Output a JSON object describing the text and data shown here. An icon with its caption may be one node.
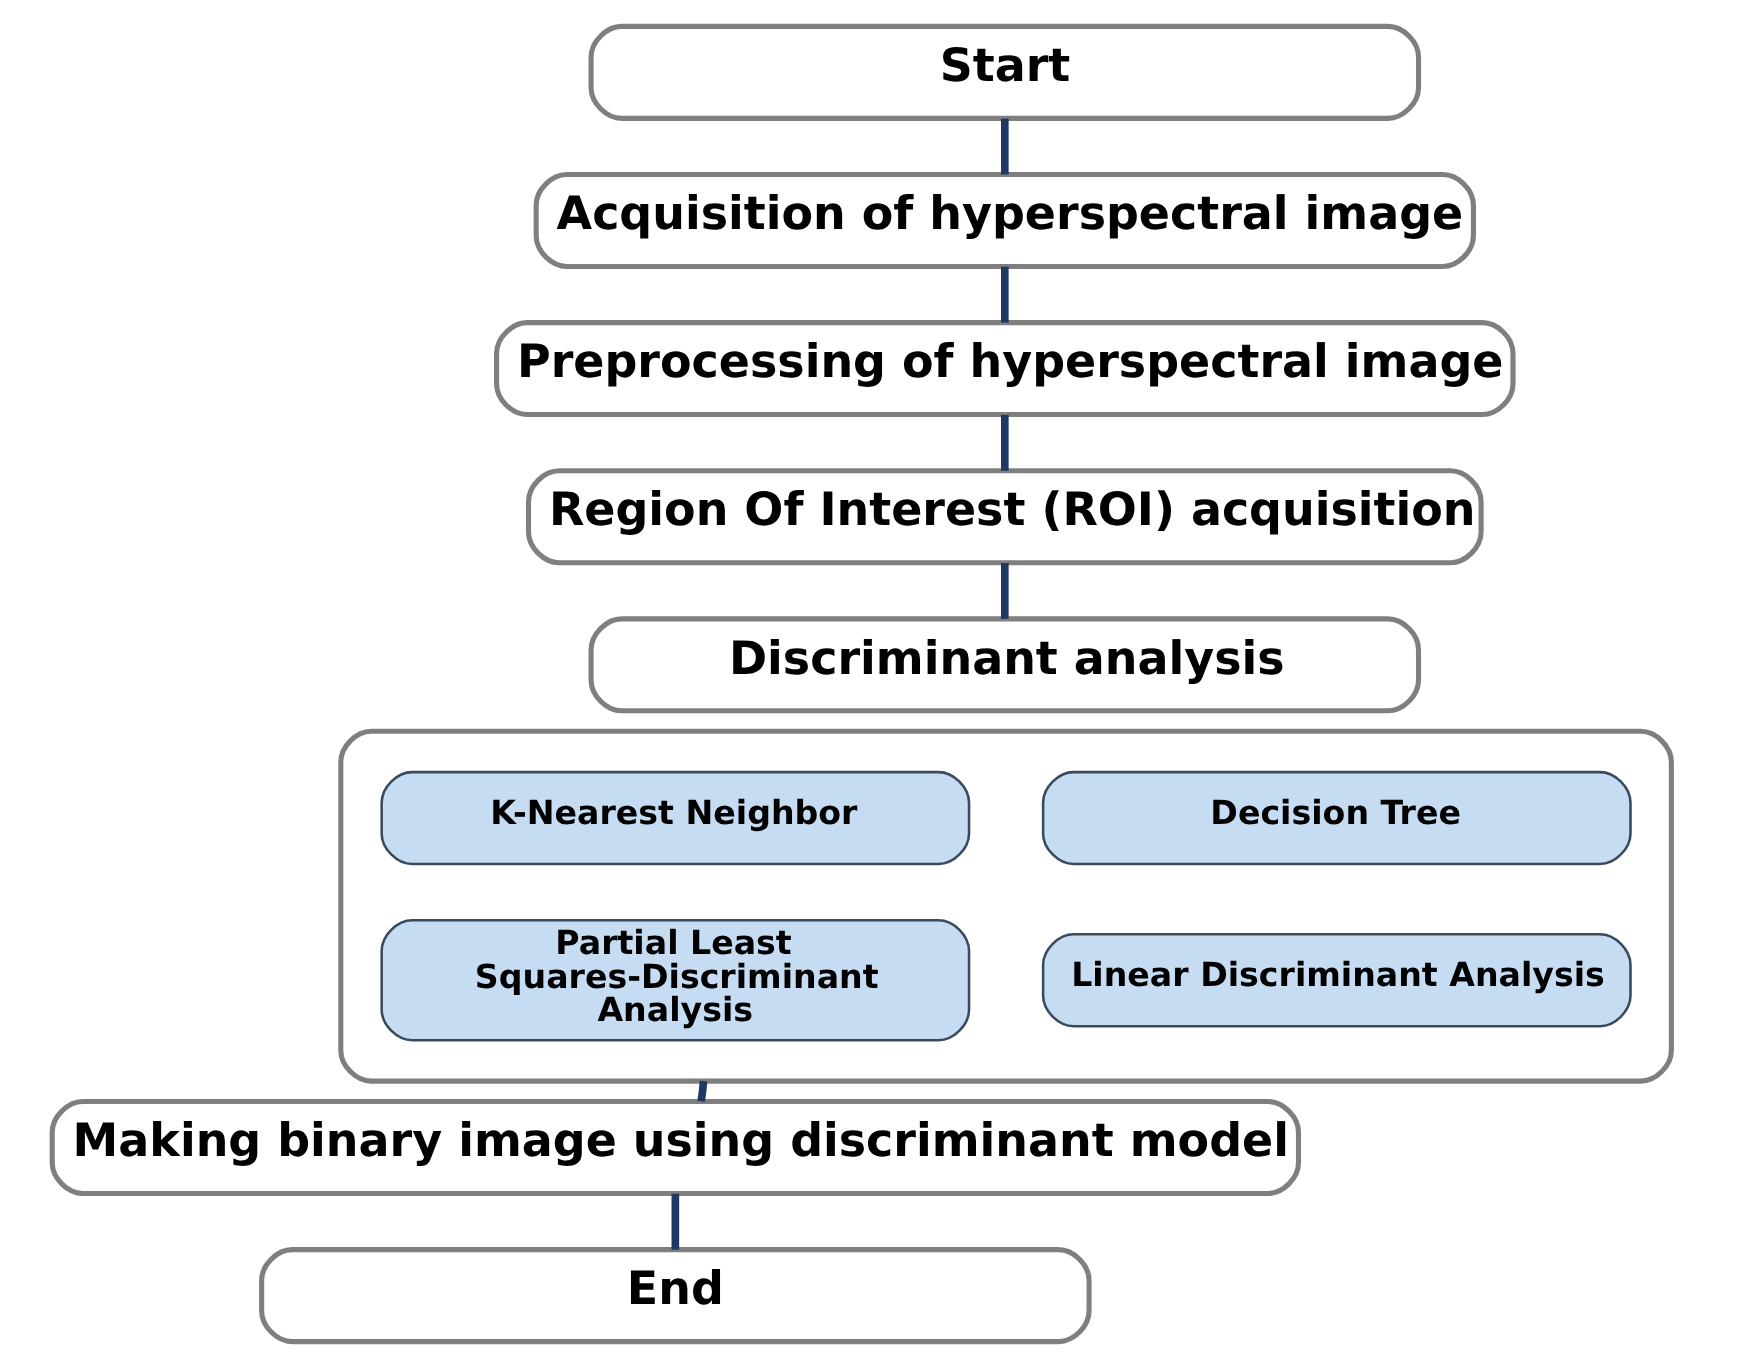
{
  "diagram": {
    "nodes": [
      {
        "text": [
          "Start"
        ]
      },
      {
        "text": [
          "Acquisition of hyperspectral image"
        ]
      },
      {
        "text": [
          "Preprocessing of hyperspectral image"
        ]
      },
      {
        "text": [
          "Region Of Interest (ROI) acquisition"
        ]
      },
      {
        "text": [
          "Discriminant analysis"
        ]
      },
      {
        "text": [],
        "shape": "box"
      },
      {
        "text": [
          "Decision Tree"
        ],
        "in": 5
      },
      {
        "text": [
          "K-Nearest Neighbor"
        ],
        "in": 5
      },
      {
        "text": [
          "Linear Discriminant Analysis"
        ],
        "in": 5
      },
      {
        "text": [
          "Partial Least Squares-Discriminant Analysis"
        ],
        "in": 5
      },
      {
        "text": [
          "Making binary image using discriminant model"
        ]
      },
      {
        "text": [
          "End"
        ]
      }
    ],
    "edges": [
      {
        "from": 0,
        "to": 1,
        "arrow": "none"
      },
      {
        "from": 1,
        "to": 2,
        "arrow": "none"
      },
      {
        "from": 2,
        "to": 3,
        "arrow": "none"
      },
      {
        "from": 3,
        "to": 4,
        "arrow": "none"
      },
      {
        "from": 5,
        "to": 10,
        "arrow": "none"
      },
      {
        "from": 10,
        "to": 11,
        "arrow": "none"
      }
    ]
  }
}
